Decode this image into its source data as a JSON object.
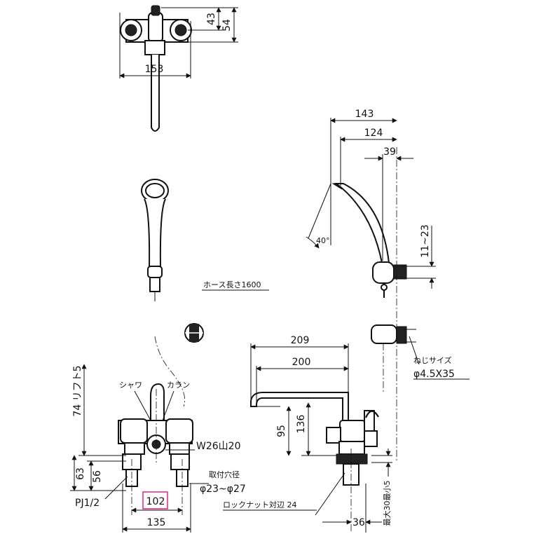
{
  "top_view": {
    "dim_width": "153",
    "dim_height_a": "43",
    "dim_height_b": "54"
  },
  "side_view": {
    "dim_top": "143",
    "dim_mid": "124",
    "dim_small": "39",
    "dim_range": "11~23",
    "angle": "40°",
    "screw_label": "ねじサイズ",
    "screw_size": "φ4.5X35"
  },
  "hose": {
    "label": "ホース長さ1600"
  },
  "front_view": {
    "lift": "74 リフト5",
    "shower_label": "シャワ",
    "faucet_label": "カラン",
    "thread": "W26山20",
    "dim_63": "63",
    "dim_56": "56",
    "pipe": "PJ1/2",
    "hole_label": "取付穴径",
    "hole_dia": "φ23~φ27",
    "dim_102": "102",
    "dim_135": "135",
    "highlight_color": "#e0338a"
  },
  "spout_view": {
    "dim_209": "209",
    "dim_200": "200",
    "dim_136": "136",
    "dim_95": "95",
    "locknut": "ロックナット対辺 24",
    "dim_36": "36",
    "max_min": "最大30最小5"
  }
}
